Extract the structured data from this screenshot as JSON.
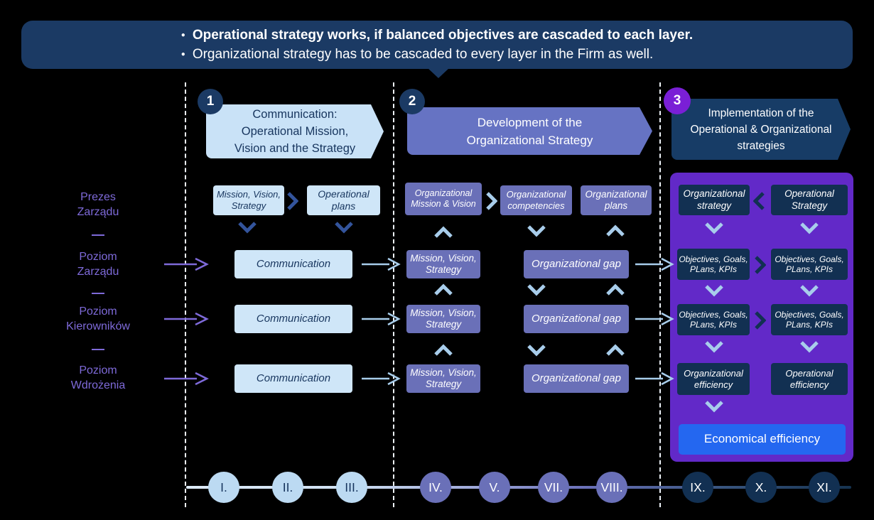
{
  "palette": {
    "background": "#000000",
    "banner_navy": "#1b3a64",
    "light_blue_box": "#cfe6f8",
    "slate_purple_box": "#6a70b8",
    "dark_navy_box": "#123052",
    "purple_panel": "#6229c8",
    "phase3_circle_purple": "#7a1fd6",
    "bright_blue": "#2467f0",
    "label_purple": "#7e6ad9",
    "chevron_light_blue": "#a8cdeb",
    "chevron_navy": "#33549c"
  },
  "icons": {
    "bullet": "●"
  },
  "banner": {
    "bullet1": "Operational strategy works, if balanced objectives are cascaded to each layer.",
    "bullet2": "Organizational strategy has to be cascaded to every layer in the Firm as well."
  },
  "phases": [
    {
      "number": "1",
      "title": "Communication: Operational Mission, Vision and the Strategy"
    },
    {
      "number": "2",
      "title": "Development of the Organizational Strategy"
    },
    {
      "number": "3",
      "title": "Implementation of the Operational & Organizational strategies"
    }
  ],
  "left_labels": [
    "Prezes Zarządu",
    "Poziom Zarządu",
    "Poziom Kierowników",
    "Poziom Wdrożenia"
  ],
  "col1": {
    "mission_vision_strategy": "Mission, Vision, Strategy",
    "operational_plans": "Operational plans",
    "communication": "Communication"
  },
  "col2": {
    "org_mission_vision": "Organizational Mission & Vision",
    "org_competencies": "Organizational competencies",
    "org_plans": "Organizational plans",
    "mission_vision_strategy": "Mission, Vision, Strategy",
    "org_gap": "Organizational gap"
  },
  "col3": {
    "org_strategy": "Organizational strategy",
    "op_strategy": "Operational Strategy",
    "objectives": "Objectives, Goals, PLans, KPIs",
    "org_efficiency": "Organizational efficiency",
    "op_efficiency": "Operational efficiency",
    "economical_efficiency": "Economical efficiency"
  },
  "timeline": {
    "light": [
      "I.",
      "II.",
      "III."
    ],
    "mid": [
      "IV.",
      "V.",
      "VII.",
      "VIII."
    ],
    "dark": [
      "IX.",
      "X.",
      "XI."
    ]
  }
}
